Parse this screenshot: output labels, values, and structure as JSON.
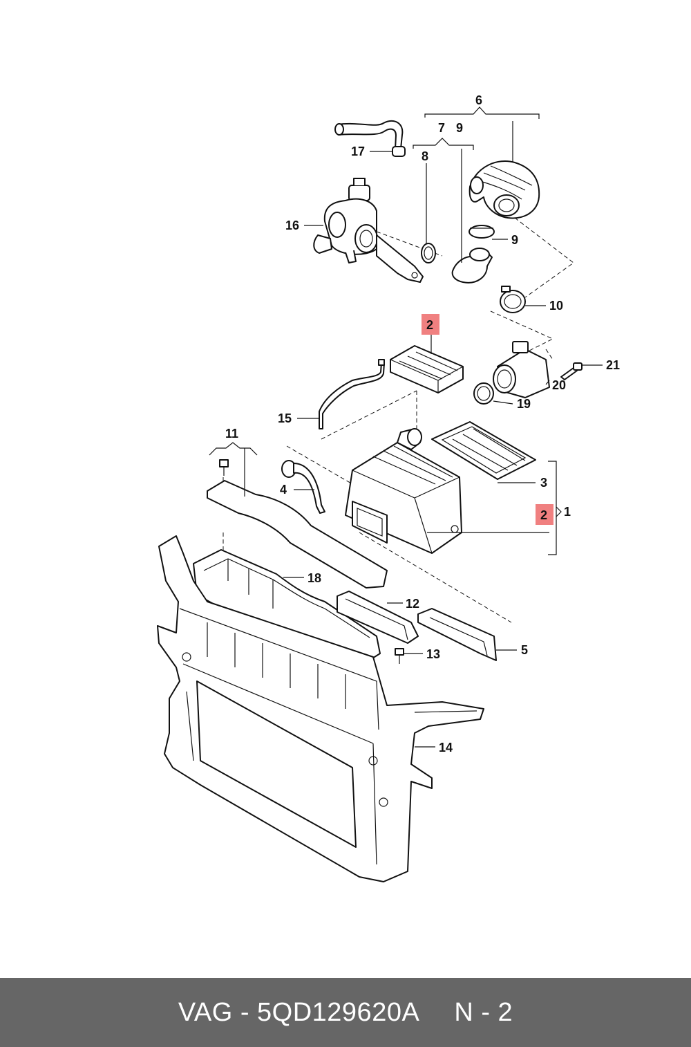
{
  "diagram": {
    "labels": {
      "l1": "1",
      "l2a": "2",
      "l2b": "2",
      "l3": "3",
      "l4": "4",
      "l5": "5",
      "l6": "6",
      "l7": "7",
      "l8": "8",
      "l9a": "9",
      "l9b": "9",
      "l10": "10",
      "l11": "11",
      "l12": "12",
      "l13": "13",
      "l14": "14",
      "l15": "15",
      "l16": "16",
      "l17": "17",
      "l18": "18",
      "l19": "19",
      "l20": "20",
      "l21": "21"
    },
    "highlight_color": "#f08080"
  },
  "footer": {
    "part_code": "VAG - 5QD129620A",
    "position": "N - 2",
    "background": "#666666"
  }
}
